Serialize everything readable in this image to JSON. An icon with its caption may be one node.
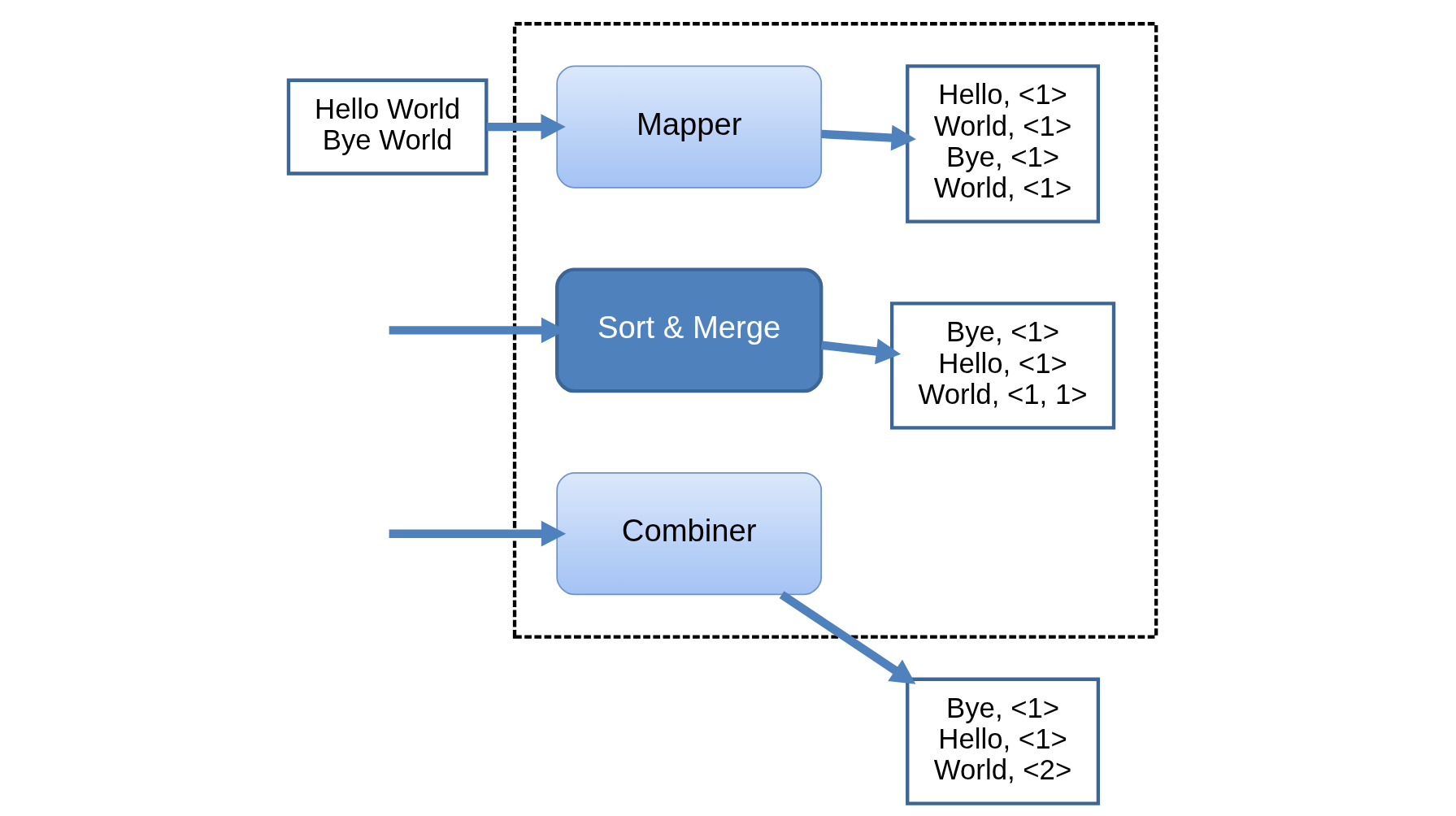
{
  "diagram": {
    "nodes": [
      {
        "text": [],
        "shape": "box"
      },
      {
        "text": [
          "Hello World",
          "Bye World"
        ]
      },
      {
        "text": [
          "Mapper"
        ],
        "in": 0
      },
      {
        "text": [
          "Hello, <1>",
          "World, <1>",
          "Bye, <1>",
          "World, <1>"
        ],
        "in": 0
      },
      {
        "text": [
          "Sort & Merge"
        ],
        "in": 0
      },
      {
        "text": [
          "Bye, <1>",
          "Hello, <1>",
          "World, <1, 1>"
        ],
        "in": 0
      },
      {
        "text": [
          "Combiner"
        ],
        "in": 0
      },
      {
        "text": [
          "Bye, <1>",
          "Hello, <1>",
          "World, <2>"
        ]
      }
    ],
    "edges": [
      {
        "from": 1,
        "to": 2,
        "arrow": "to"
      },
      {
        "from": 2,
        "to": 3,
        "arrow": "to"
      },
      {
        "from": null,
        "to": 4,
        "arrow": "to"
      },
      {
        "from": 4,
        "to": 5,
        "arrow": "to"
      },
      {
        "from": null,
        "to": 6,
        "arrow": "to"
      },
      {
        "from": 6,
        "to": 7,
        "arrow": "to"
      }
    ]
  }
}
